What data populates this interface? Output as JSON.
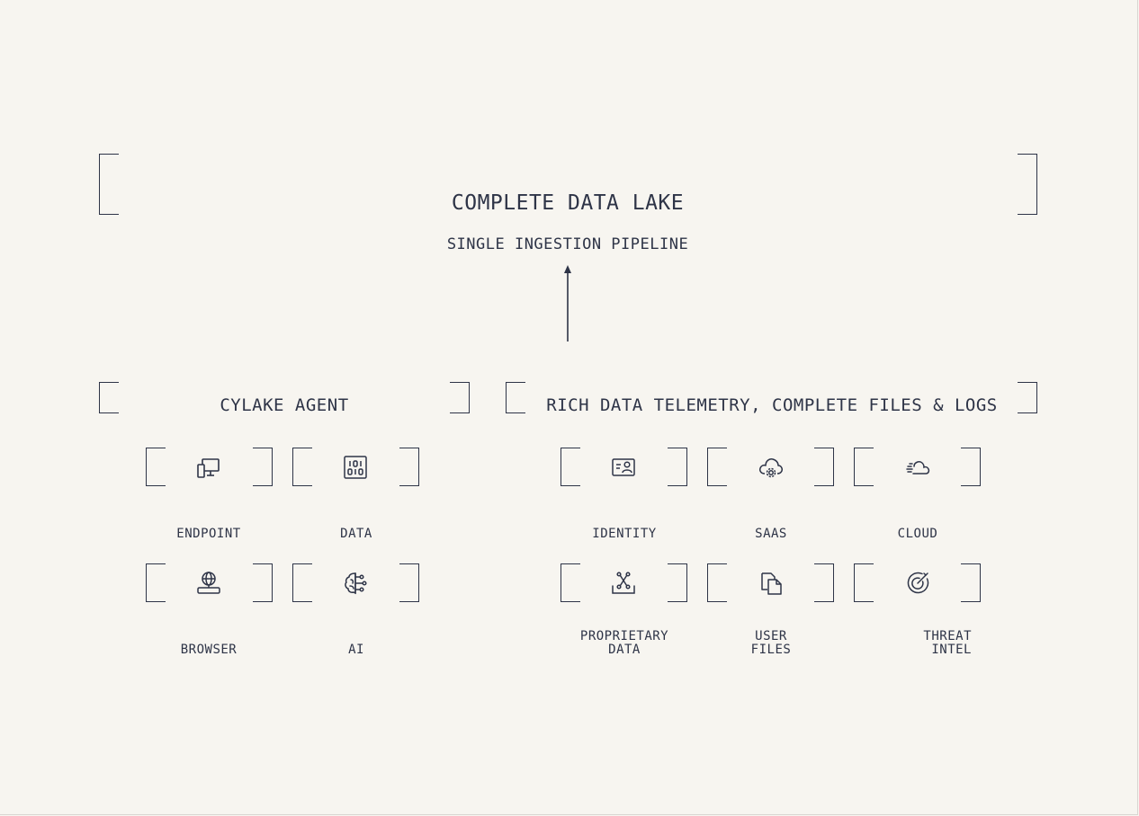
{
  "lake": {
    "title": "COMPLETE DATA LAKE",
    "subtitle": "SINGLE INGESTION PIPELINE"
  },
  "agent": {
    "title": "CYLAKE AGENT",
    "items": [
      {
        "label": "ENDPOINT",
        "icon": "endpoint-icon"
      },
      {
        "label": "DATA",
        "icon": "binary-data-icon"
      },
      {
        "label": "BROWSER",
        "icon": "browser-globe-icon"
      },
      {
        "label": "AI",
        "icon": "ai-brain-icon"
      }
    ]
  },
  "telemetry": {
    "title": "RICH DATA TELEMETRY, COMPLETE FILES & LOGS",
    "items": [
      {
        "label": "IDENTITY",
        "icon": "identity-card-icon"
      },
      {
        "label": "SAAS",
        "icon": "saas-cloud-gear-icon"
      },
      {
        "label": "CLOUD",
        "icon": "cloud-icon"
      },
      {
        "label": "PROPRIETARY\nDATA",
        "icon": "proprietary-data-icon"
      },
      {
        "label": "USER\nFILES",
        "icon": "user-files-icon"
      },
      {
        "label": "THREAT\nINTEL",
        "icon": "threat-target-icon"
      }
    ]
  },
  "colors": {
    "background": "#f7f5f0",
    "ink": "#2e3447"
  }
}
